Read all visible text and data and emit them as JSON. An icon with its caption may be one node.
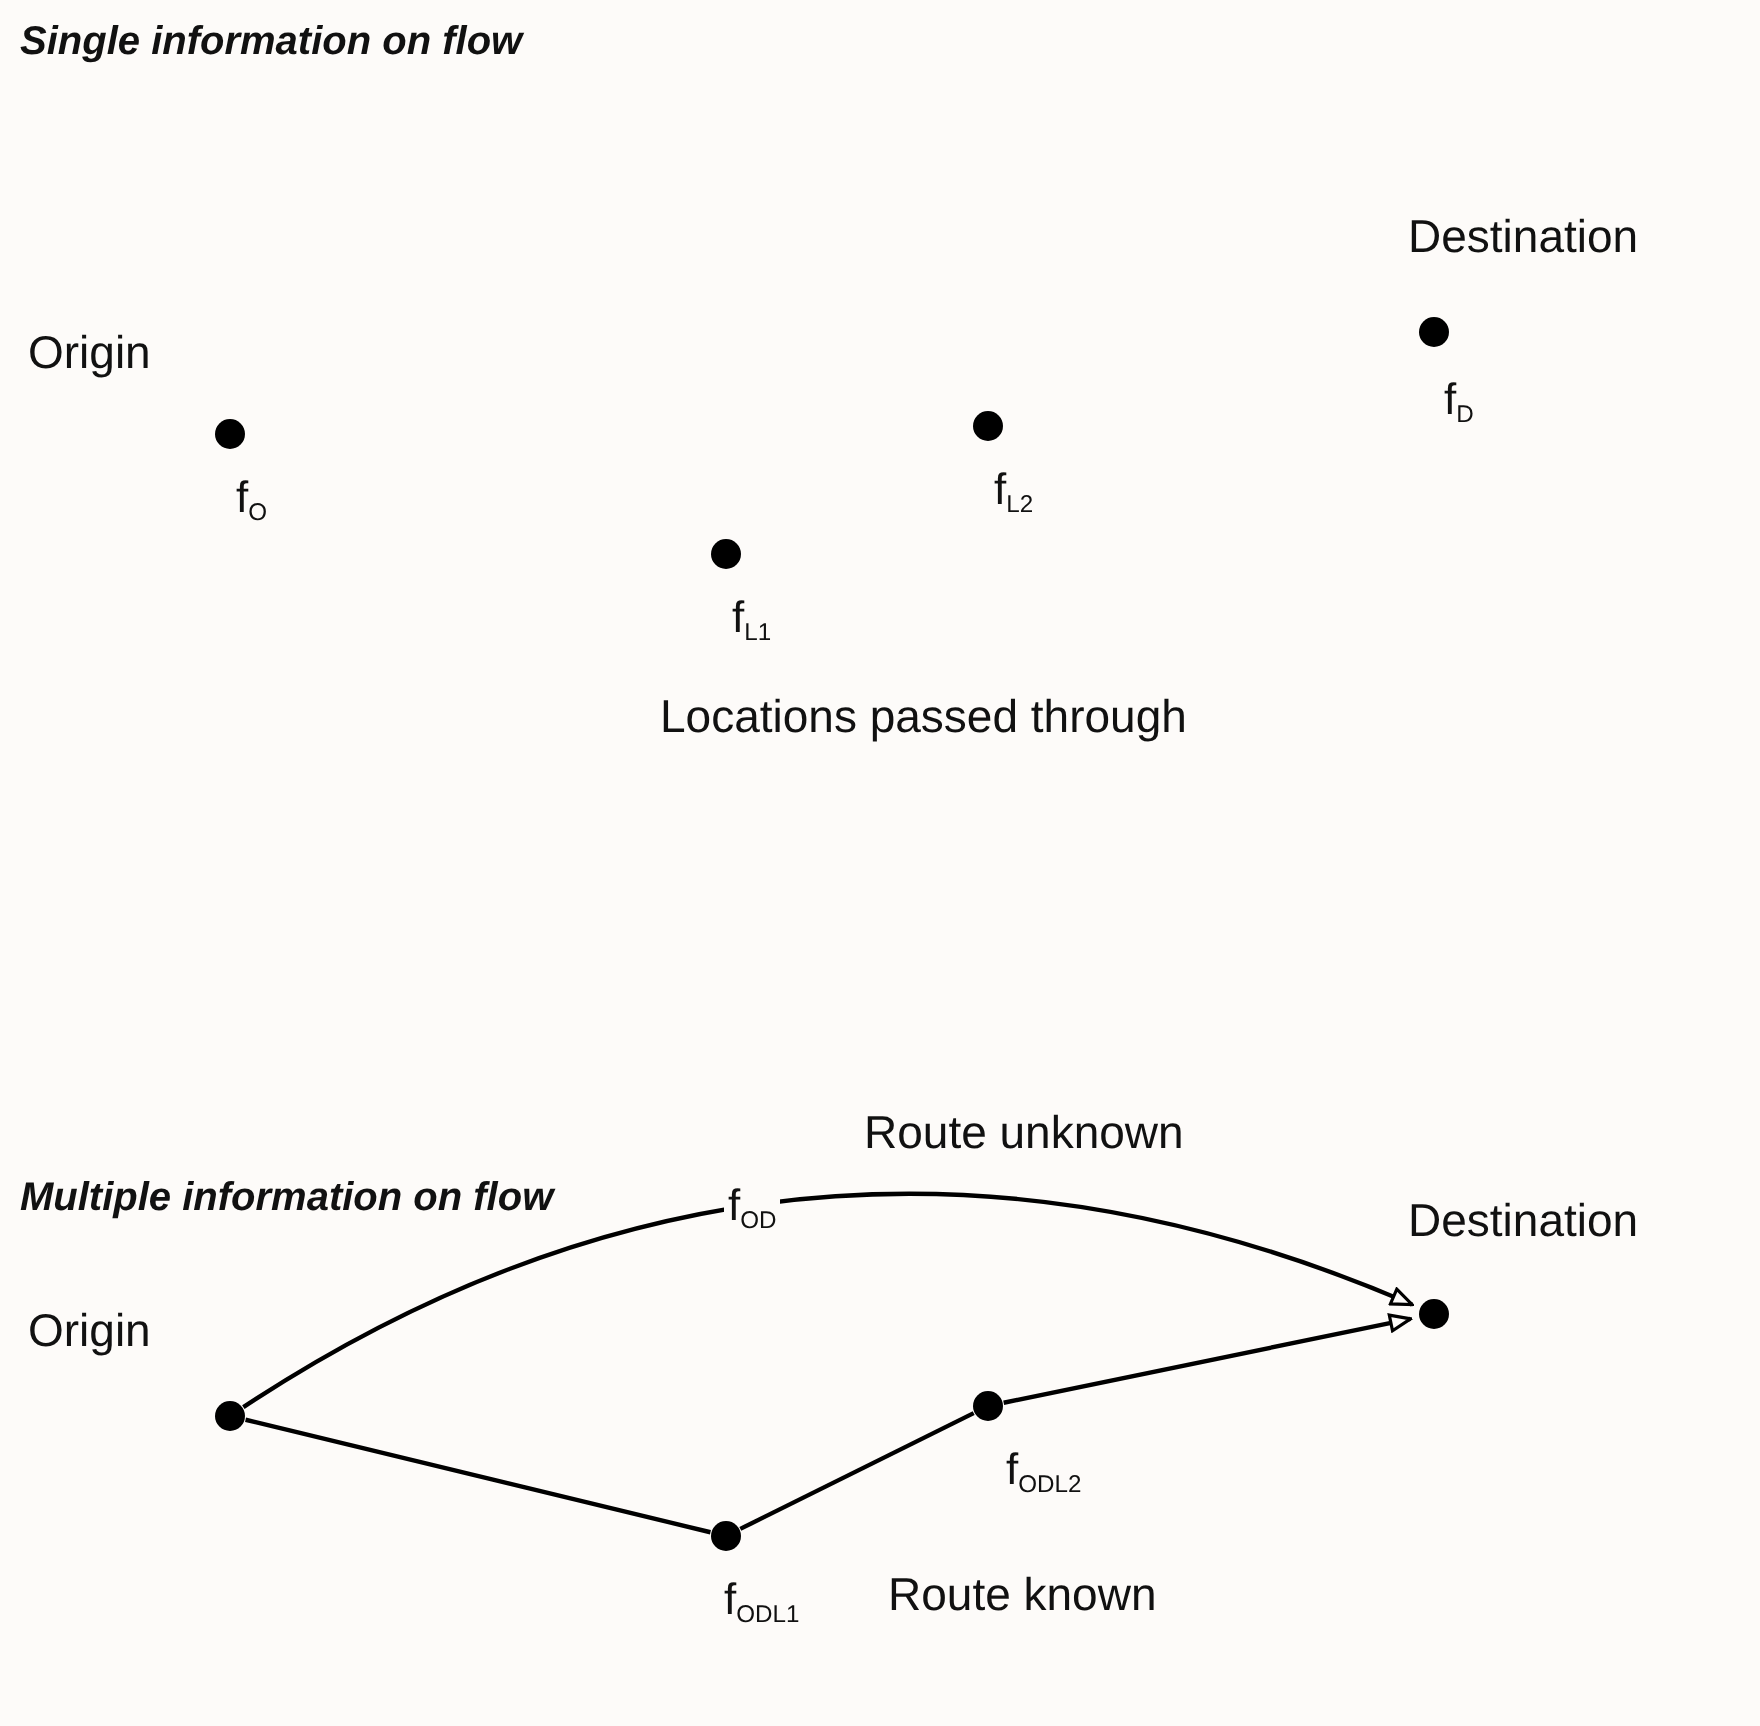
{
  "diagram": {
    "nodes": [
      {
        "text": [],
        "shape": "circle",
        "beside": [
          "Origin",
          "f$_{O}$"
        ]
      },
      {
        "text": [],
        "shape": "circle",
        "beside": [
          "f$_{L1}$"
        ]
      },
      {
        "text": [],
        "shape": "circle",
        "beside": [
          "f$_{L2}$"
        ]
      },
      {
        "text": [],
        "shape": "circle",
        "beside": [
          "Destination",
          "f$_{D}$"
        ]
      },
      {
        "text": [],
        "shape": "circle",
        "beside": [
          "Origin"
        ]
      },
      {
        "text": [],
        "shape": "circle",
        "beside": [
          "f$_{ODL1}$"
        ]
      },
      {
        "text": [],
        "shape": "circle",
        "beside": [
          "f$_{ODL2}$"
        ]
      },
      {
        "text": [],
        "shape": "circle",
        "beside": [
          "Destination"
        ]
      }
    ],
    "edges": [
      {
        "from": 4,
        "to": 7,
        "arrow": "to",
        "label": "f$_{OD}$"
      },
      {
        "from": 4,
        "to": 5,
        "arrow": "none"
      },
      {
        "from": 5,
        "to": 6,
        "arrow": "none"
      },
      {
        "from": 6,
        "to": 7,
        "arrow": "to"
      }
    ],
    "labels": [
      "Single information on flow",
      "Locations passed through",
      "Multiple information on flow",
      "Route unknown",
      "Route known"
    ]
  }
}
